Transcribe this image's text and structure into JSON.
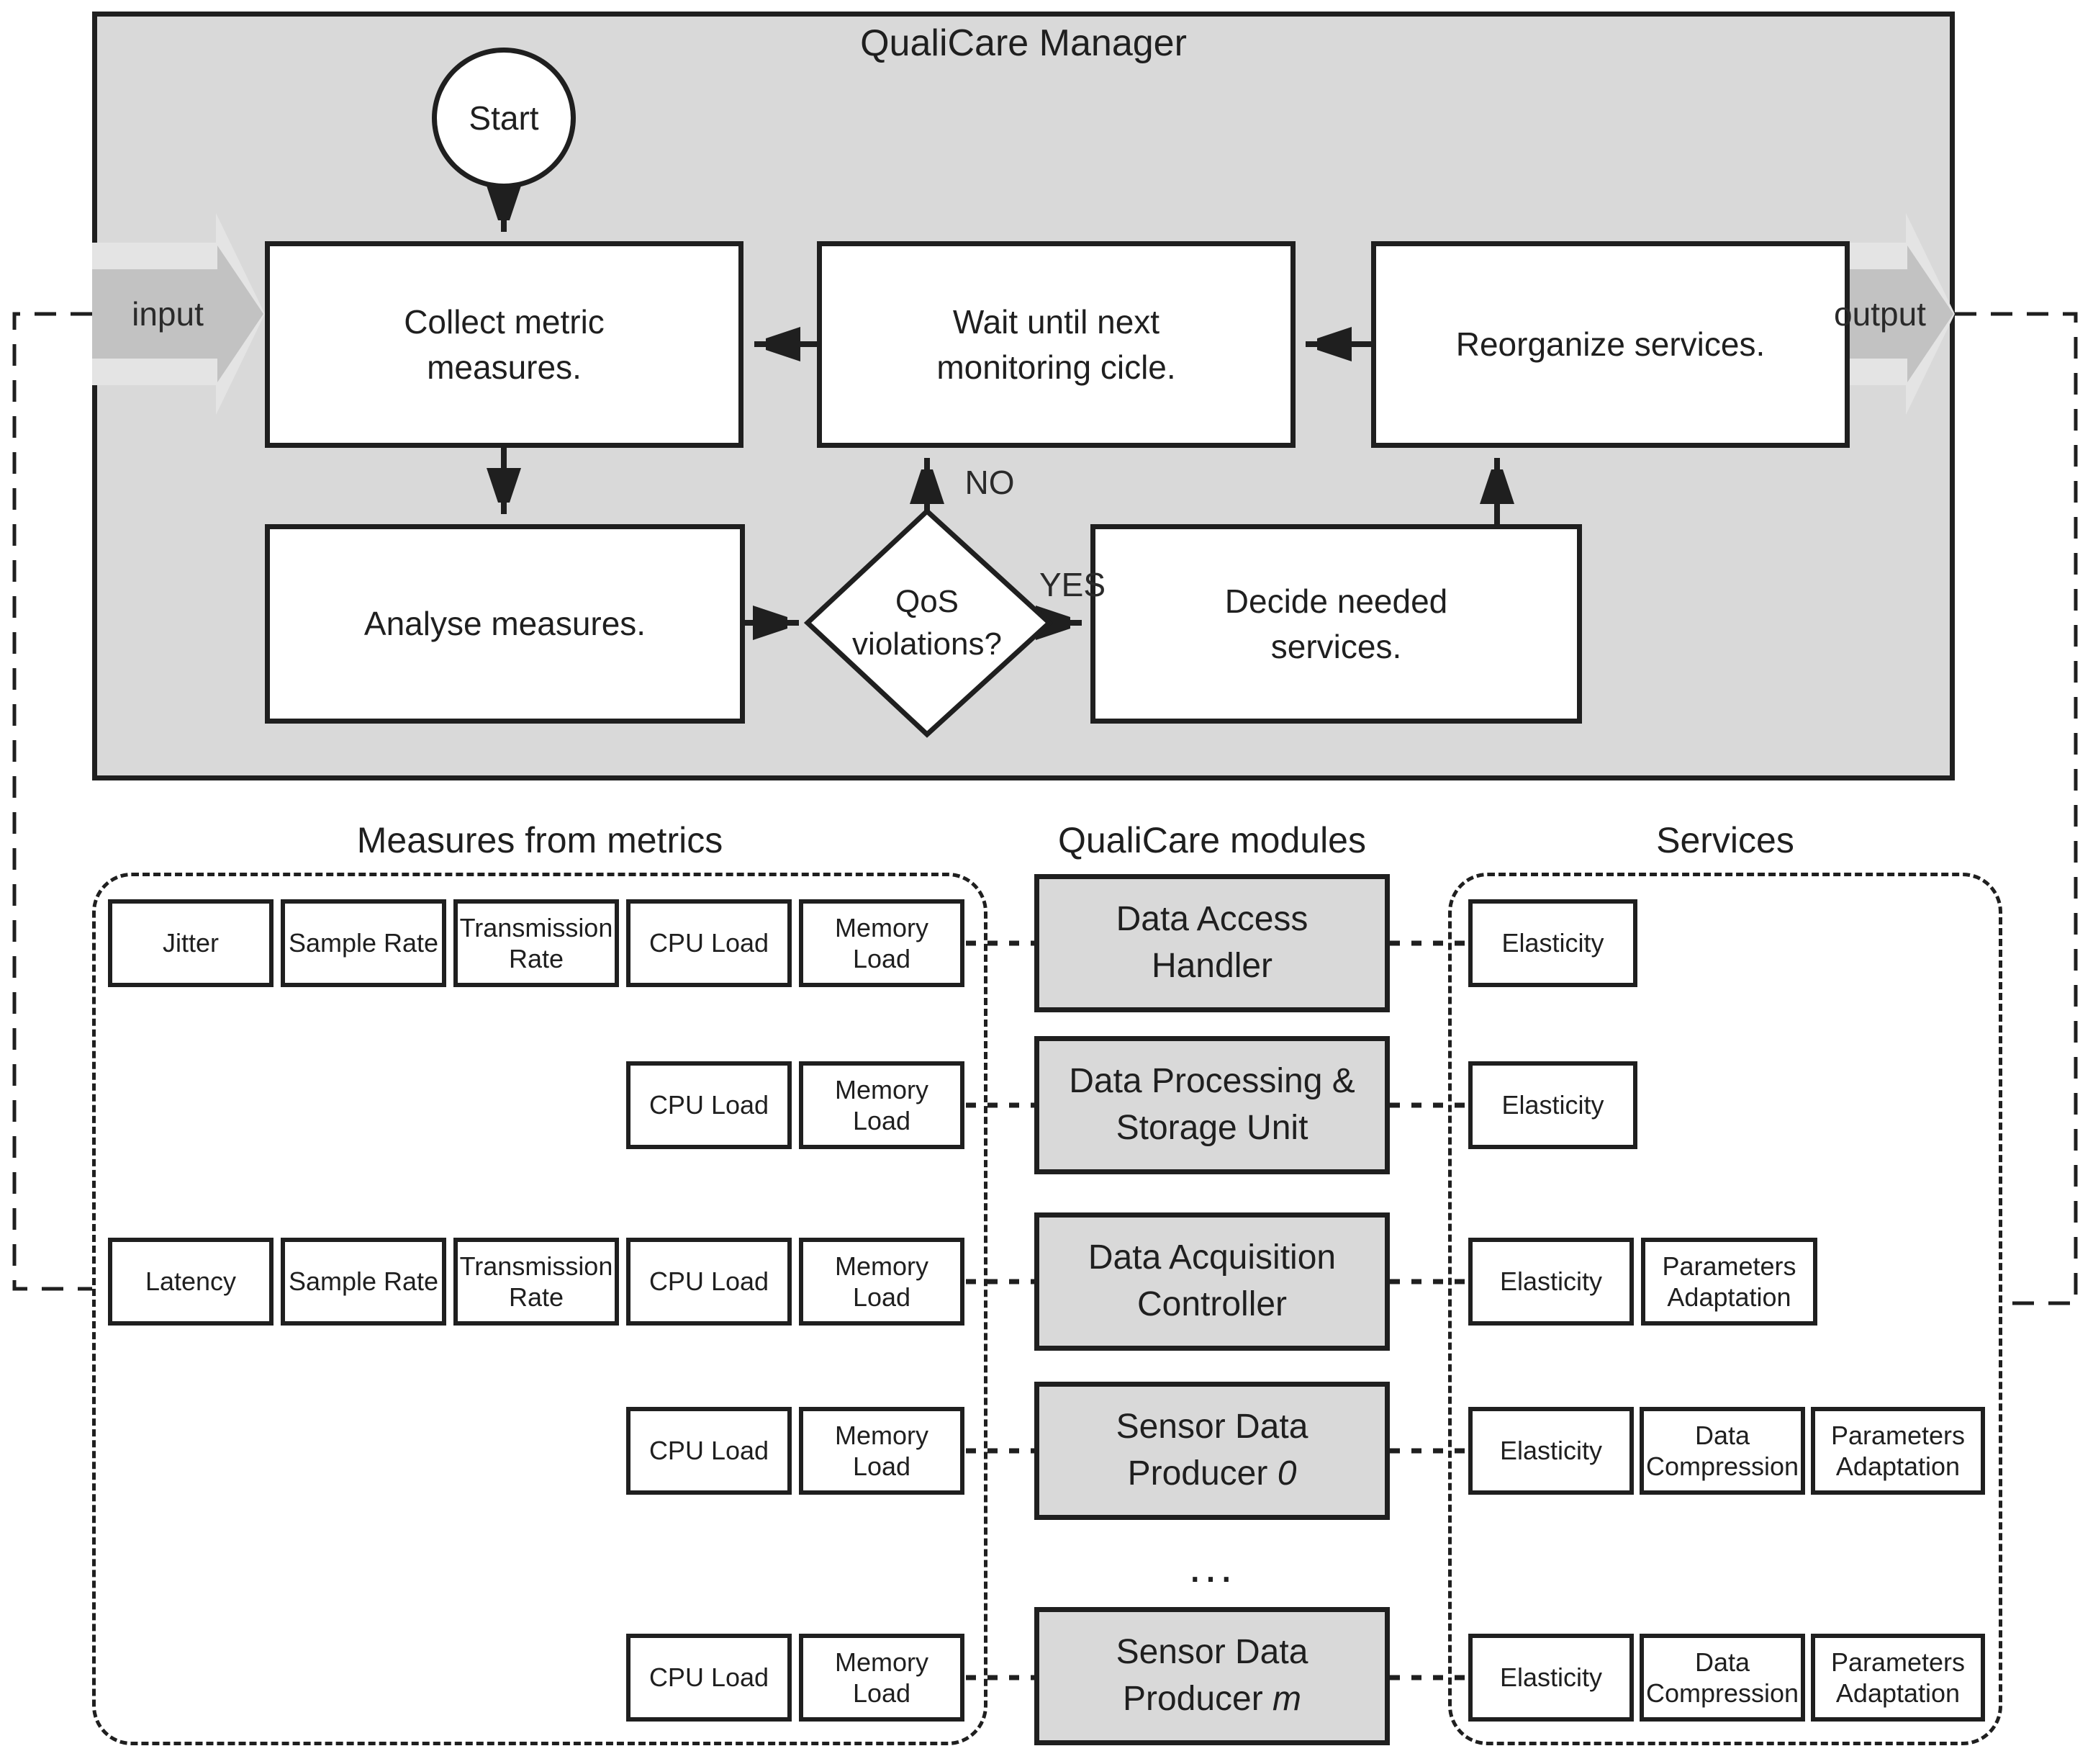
{
  "title": "QualiCare Manager",
  "flowchart": {
    "start_label": "Start",
    "collect_label": "Collect metric\nmeasures.",
    "wait_label": "Wait until next\nmonitoring cicle.",
    "reorganize_label": "Reorganize services.",
    "analyse_label": "Analyse measures.",
    "decision_label": "QoS\nviolations?",
    "decide_label": "Decide needed\nservices.",
    "no_label": "NO",
    "yes_label": "YES",
    "input_label": "input",
    "output_label": "output"
  },
  "sections": {
    "measures_title": "Measures from metrics",
    "modules_title": "QualiCare modules",
    "services_title": "Services"
  },
  "measures": {
    "rows": [
      {
        "cells": [
          "Jitter",
          "Sample Rate",
          "Transmission Rate",
          "CPU Load",
          "Memory Load"
        ]
      },
      {
        "cells": [
          "CPU Load",
          "Memory Load"
        ]
      },
      {
        "cells": [
          "Latency",
          "Sample Rate",
          "Transmission Rate",
          "CPU Load",
          "Memory Load"
        ]
      },
      {
        "cells": [
          "CPU Load",
          "Memory Load"
        ]
      },
      {
        "cells": [
          "CPU Load",
          "Memory Load"
        ]
      }
    ]
  },
  "modules": {
    "items": [
      {
        "label": "Data Access\nHandler",
        "suffix": ""
      },
      {
        "label": "Data Processing &\nStorage Unit",
        "suffix": ""
      },
      {
        "label": "Data Acquisition\nController",
        "suffix": ""
      },
      {
        "label": "Sensor Data\nProducer",
        "suffix": " 0"
      },
      {
        "label": "Sensor Data\nProducer",
        "suffix": " m"
      }
    ],
    "ellipsis": "..."
  },
  "services": {
    "rows": [
      {
        "items": [
          "Elasticity"
        ]
      },
      {
        "items": [
          "Elasticity"
        ]
      },
      {
        "items": [
          "Elasticity",
          "Parameters Adaptation"
        ]
      },
      {
        "items": [
          "Elasticity",
          "Data Compression",
          "Parameters Adaptation"
        ]
      },
      {
        "items": [
          "Elasticity",
          "Data Compression",
          "Parameters Adaptation"
        ]
      }
    ]
  },
  "colors": {
    "container_fill": "#d9d9d9",
    "module_fill": "#d9d9d9",
    "line": "#1f1f1f",
    "io_arrow_outer": "#e4e4e4",
    "io_arrow_inner": "#c2c2c2",
    "node_fill": "#ffffff"
  }
}
